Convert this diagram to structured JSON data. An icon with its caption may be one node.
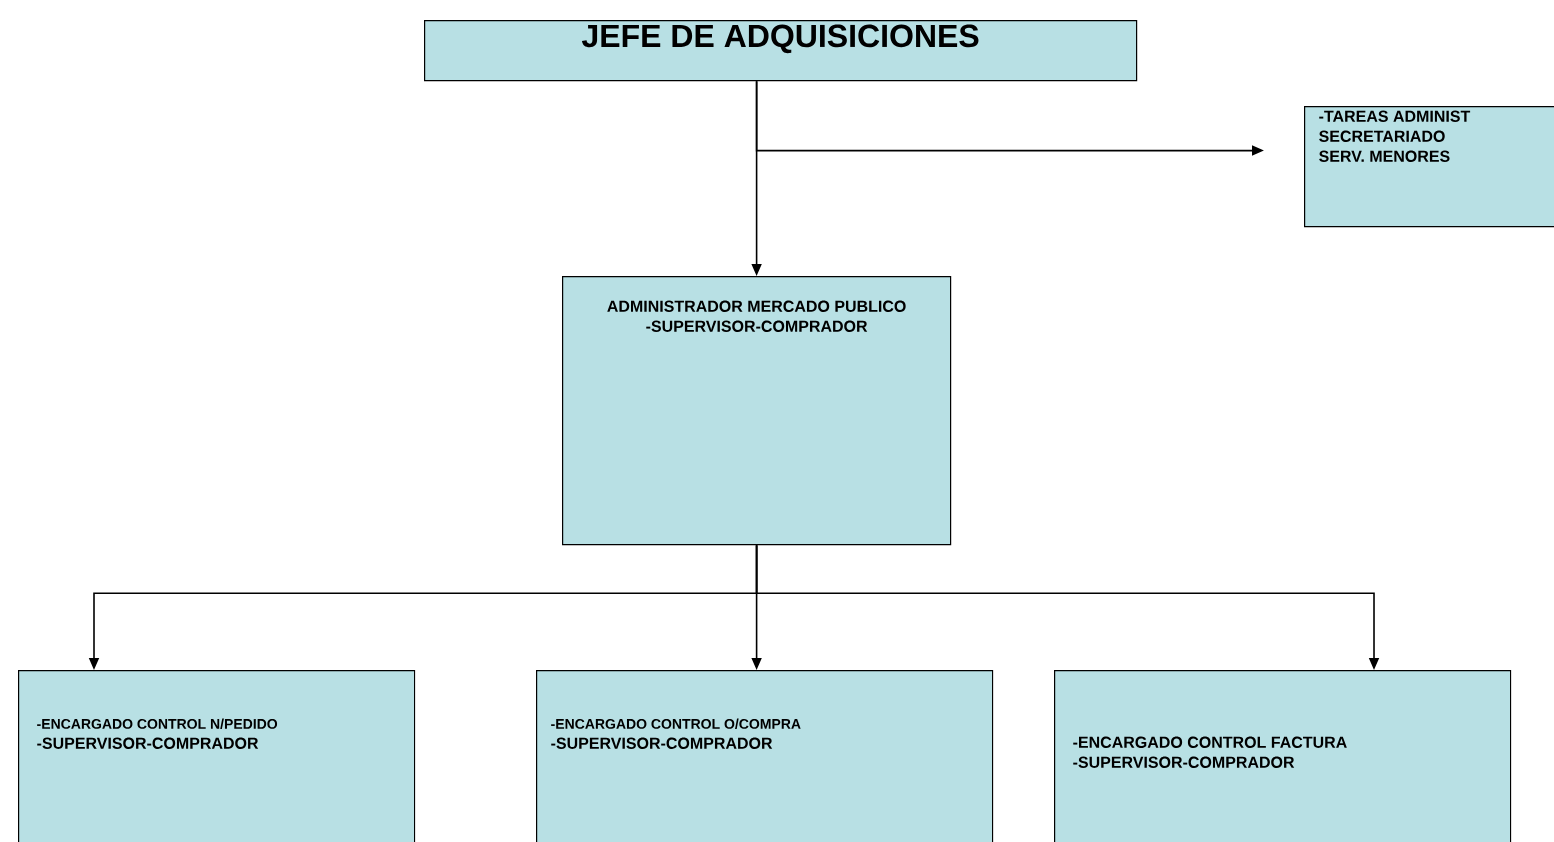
{
  "diagram": {
    "nodes": [
      {
        "text": [
          "JEFE DE ADQUISICIONES"
        ]
      },
      {
        "text": [
          "ADMINISTRADOR MERCADO PUBLICO",
          "-SUPERVISOR-COMPRADOR"
        ]
      },
      {
        "text": [
          "-TAREAS ADMINIST",
          "SECRETARIADO",
          "SERV. MENORES"
        ]
      },
      {
        "text": [
          "-ENCARGADO CONTROL N/PEDIDO",
          "-SUPERVISOR-COMPRADOR"
        ]
      },
      {
        "text": [
          "-ENCARGADO CONTROL O/COMPRA",
          "-SUPERVISOR-COMPRADOR"
        ]
      },
      {
        "text": [
          "-ENCARGADO CONTROL FACTURA",
          "-SUPERVISOR-COMPRADOR"
        ]
      }
    ],
    "edges": [
      {
        "from": 0,
        "to": 1,
        "arrow": "to"
      },
      {
        "from": 0,
        "to": 2,
        "arrow": "to"
      },
      {
        "from": 1,
        "to": 3,
        "arrow": "to"
      },
      {
        "from": 1,
        "to": 4,
        "arrow": "to"
      },
      {
        "from": 1,
        "to": 5,
        "arrow": "to"
      }
    ]
  }
}
